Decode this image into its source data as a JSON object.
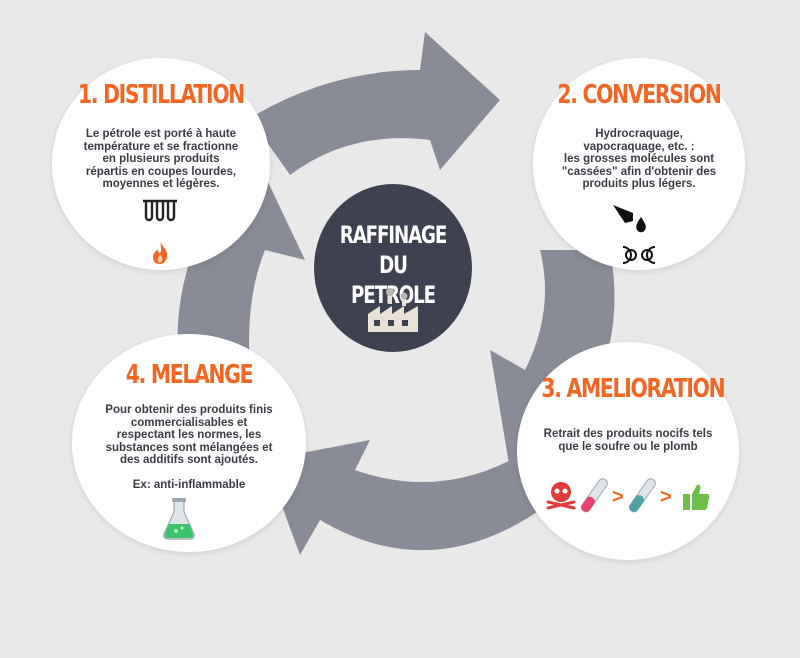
{
  "center": {
    "title_line1": "RAFFINAGE DU",
    "title_line2": "PETROLE",
    "icon": "factory-icon"
  },
  "steps": [
    {
      "title": "1. DISTILLATION",
      "lines": [
        "Le pétrole est porté à haute",
        "température et se fractionne",
        "en plusieurs produits",
        "répartis en coupes lourdes,",
        "moyennes et légères."
      ],
      "icons": [
        "test-tubes-icon",
        "flame-icon"
      ]
    },
    {
      "title": "2. CONVERSION",
      "lines": [
        "Hydrocraquage,",
        "vapocraquage, etc. :",
        "les grosses molécules sont",
        "\"cassées\" afin d'obtenir des",
        "produits plus légers."
      ],
      "icons": [
        "funnel-drop-icon",
        "molecules-icon"
      ]
    },
    {
      "title": "3. AMELIORATION",
      "lines": [
        "Retrait des produits nocifs tels",
        "que le soufre ou le plomb"
      ],
      "icons": [
        "skull-icon",
        "dirty-tube-icon",
        "clean-tube-icon",
        "thumbs-up-icon"
      ],
      "arrow_symbol": ">"
    },
    {
      "title": "4. MELANGE",
      "lines": [
        "Pour obtenir des produits finis",
        "commercialisables et",
        "respectant les normes, les",
        "substances sont mélangées et",
        "des additifs sont ajoutés."
      ],
      "example": "Ex: anti-inflammable",
      "icons": [
        "flask-icon"
      ]
    }
  ],
  "colors": {
    "accent": "#f26522",
    "text": "#3a3d47",
    "center": "#3e4150",
    "arrows": "#898c96",
    "background": "#e9e9e9"
  }
}
